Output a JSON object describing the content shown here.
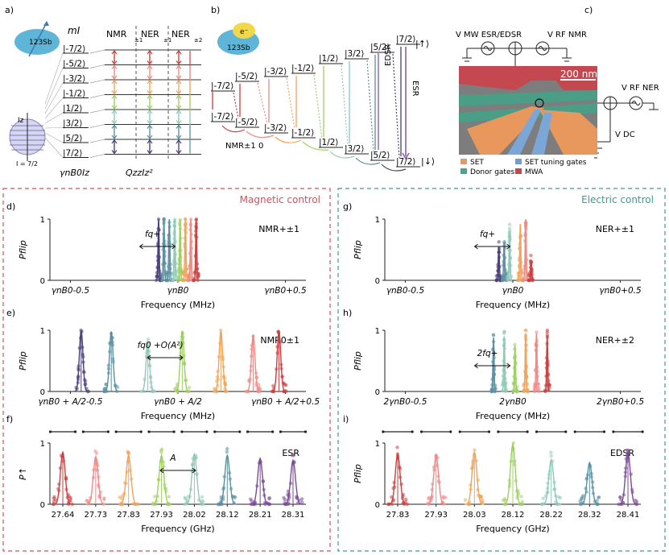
{
  "panel_labels": [
    "a)",
    "b)",
    "c)",
    "d)",
    "e)",
    "f)",
    "g)",
    "h)",
    "i)"
  ],
  "colors": {
    "magnetic_border": "#d2505a",
    "electric_border": "#3b9e8a",
    "palette": [
      "#4a3f78",
      "#5a8fa2",
      "#8fc9b8",
      "#9fcf62",
      "#f0a45a",
      "#ef8a86",
      "#c8403f",
      "#7a4a98"
    ]
  },
  "panel_a": {
    "mi_header": "mI",
    "states": [
      "|-7/2⟩",
      "|-5/2⟩",
      "|-3/2⟩",
      "|-1/2⟩",
      "|1/2⟩",
      "|3/2⟩",
      "|5/2⟩",
      "|7/2⟩"
    ],
    "columns": [
      "NMR±1+",
      "NER±1+",
      "NER±2+"
    ],
    "col_display": [
      "NMR",
      "NER",
      "NER"
    ],
    "col_sub": [
      "±1",
      "±1",
      "±2"
    ],
    "atom_label": "123Sb",
    "iz_label": "Iz",
    "spin_label": "I = 7/2",
    "bottom_labels": [
      "γnB0Iz",
      "QzzIz²"
    ]
  },
  "panel_b": {
    "top_states": [
      "|-7/2⟩",
      "|-5/2⟩",
      "|-3/2⟩",
      "|-1/2⟩",
      "|1/2⟩",
      "|3/2⟩",
      "|5/2⟩",
      "|7/2⟩"
    ],
    "bottom_states": [
      "|-7/2⟩",
      "|-5/2⟩",
      "|-3/2⟩",
      "|-1/2⟩",
      "|1/2⟩",
      "|3/2⟩",
      "|5/2⟩",
      "|7/2⟩"
    ],
    "up_label": "|↑⟩",
    "down_label": "|↓⟩",
    "edsr_label": "EDSR",
    "esr_label": "ESR",
    "nmr0_label": "NMR±1 0",
    "electron_label": "e⁻",
    "atom_label": "123Sb"
  },
  "panel_c": {
    "mw_label": "V MW ESR/EDSR",
    "rf_nmr_label": "V RF NMR",
    "rf_ner_label": "V RF NER",
    "dc_label": "V DC",
    "scale_bar": "200 nm",
    "legend": [
      {
        "label": "SET",
        "color": "#e7976a"
      },
      {
        "label": "SET tuning gates",
        "color": "#6f9fd2"
      },
      {
        "label": "Donor gates",
        "color": "#4aa58a"
      },
      {
        "label": "MWA",
        "color": "#c0484f"
      }
    ]
  },
  "section_titles": {
    "magnetic": "Magnetic control",
    "electric": "Electric control"
  },
  "plots": {
    "d": {
      "ylabel": "Pflip",
      "xlabel": "Frequency (MHz)",
      "ticks": [
        "γnB0-0.5",
        "γnB0",
        "γnB0+0.5"
      ],
      "tag": "NMR+±1",
      "annotation": "fq+"
    },
    "e": {
      "ylabel": "Pflip",
      "xlabel": "Frequency (MHz)",
      "ticks": [
        "γnB0 + A/2-0.5",
        "γnB0 + A/2",
        "γnB0 + A/2+0.5"
      ],
      "tag": "NMR0±1",
      "annotation": "fq0 +O(A²)"
    },
    "f": {
      "ylabel": "P↑",
      "xlabel": "Frequency (GHz)",
      "ticks": [
        "27.64",
        "27.73",
        "27.83",
        "27.93",
        "28.02",
        "28.12",
        "28.21",
        "28.31"
      ],
      "tag": "ESR",
      "annotation": "A"
    },
    "g": {
      "ylabel": "Pflip",
      "xlabel": "Frequency (MHz)",
      "ticks": [
        "γnB0-0.5",
        "γnB0",
        "γnB0+0.5"
      ],
      "tag": "NER+±1",
      "annotation": "fq+"
    },
    "h": {
      "ylabel": "Pflip",
      "xlabel": "Frequency (MHz)",
      "ticks": [
        "2γnB0-0.5",
        "2γnB0",
        "2γnB0+0.5"
      ],
      "tag": "NER+±2",
      "annotation": "2fq+"
    },
    "i": {
      "ylabel": "Pflip",
      "xlabel": "Frequency (GHz)",
      "ticks": [
        "27.83",
        "27.93",
        "28.03",
        "28.12",
        "28.22",
        "28.32",
        "28.41"
      ],
      "tag": "EDSR",
      "annotation": ""
    }
  },
  "chart_data": [
    {
      "type": "scatter",
      "panel": "d",
      "ylim": [
        0,
        1
      ],
      "xlim": [
        -0.5,
        0.5
      ],
      "series": [
        {
          "center": -0.09,
          "peak": 1.0
        },
        {
          "center": -0.065,
          "peak": 1.0
        },
        {
          "center": -0.04,
          "peak": 1.0
        },
        {
          "center": -0.015,
          "peak": 1.0
        },
        {
          "center": 0.01,
          "peak": 1.0
        },
        {
          "center": 0.035,
          "peak": 1.0
        },
        {
          "center": 0.06,
          "peak": 1.0
        },
        {
          "center": 0.085,
          "peak": 1.0
        }
      ]
    },
    {
      "type": "scatter",
      "panel": "e",
      "ylim": [
        0,
        1
      ],
      "xlim": [
        -0.5,
        0.5
      ],
      "series": [
        {
          "center": -0.45,
          "peak": 1.0
        },
        {
          "center": -0.31,
          "peak": 0.98
        },
        {
          "center": -0.14,
          "peak": 0.75
        },
        {
          "center": 0.02,
          "peak": 0.99
        },
        {
          "center": 0.2,
          "peak": 0.99
        },
        {
          "center": 0.35,
          "peak": 0.93
        },
        {
          "center": 0.47,
          "peak": 0.99
        }
      ]
    },
    {
      "type": "scatter",
      "panel": "f",
      "ylim": [
        0,
        1
      ],
      "series": [
        {
          "center": 27.64,
          "peak": 0.85
        },
        {
          "center": 27.73,
          "peak": 0.78
        },
        {
          "center": 27.83,
          "peak": 0.8
        },
        {
          "center": 27.93,
          "peak": 0.8
        },
        {
          "center": 28.02,
          "peak": 0.82
        },
        {
          "center": 28.12,
          "peak": 0.8
        },
        {
          "center": 28.21,
          "peak": 0.75
        },
        {
          "center": 28.31,
          "peak": 0.72
        }
      ]
    },
    {
      "type": "scatter",
      "panel": "g",
      "ylim": [
        0,
        1
      ],
      "xlim": [
        -0.5,
        0.5
      ],
      "series": [
        {
          "center": -0.065,
          "peak": 0.55
        },
        {
          "center": -0.04,
          "peak": 0.62
        },
        {
          "center": -0.015,
          "peak": 0.8
        },
        {
          "center": 0.035,
          "peak": 0.92
        },
        {
          "center": 0.06,
          "peak": 1.0
        },
        {
          "center": 0.085,
          "peak": 0.33
        }
      ]
    },
    {
      "type": "scatter",
      "panel": "h",
      "ylim": [
        0,
        1
      ],
      "xlim": [
        -0.5,
        0.5
      ],
      "series": [
        {
          "center": -0.09,
          "peak": 0.88
        },
        {
          "center": -0.04,
          "peak": 0.9
        },
        {
          "center": 0.01,
          "peak": 0.75
        },
        {
          "center": 0.06,
          "peak": 0.95
        },
        {
          "center": 0.11,
          "peak": 0.95
        },
        {
          "center": 0.16,
          "peak": 0.92
        }
      ]
    },
    {
      "type": "scatter",
      "panel": "i",
      "ylim": [
        0,
        1
      ],
      "series": [
        {
          "center": 27.83,
          "peak": 0.82
        },
        {
          "center": 27.93,
          "peak": 0.8
        },
        {
          "center": 28.03,
          "peak": 0.85
        },
        {
          "center": 28.12,
          "peak": 0.98
        },
        {
          "center": 28.22,
          "peak": 0.73
        },
        {
          "center": 28.32,
          "peak": 0.68
        },
        {
          "center": 28.41,
          "peak": 0.85
        }
      ]
    }
  ]
}
